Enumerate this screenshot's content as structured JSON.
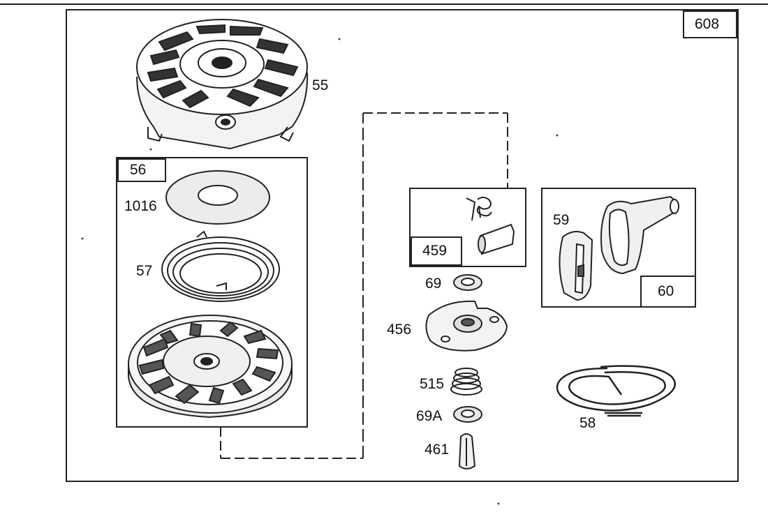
{
  "diagram": {
    "page_code": "608",
    "callouts": {
      "housing": "55",
      "starter_group": "56",
      "washer_large": "1016",
      "rewind_spring": "57",
      "pawl_group": "459",
      "handle_insert": "59",
      "handle": "60",
      "small_washer": "69",
      "retainer": "456",
      "retainer_spring": "515",
      "washer_69a": "69A",
      "pin": "461",
      "rope": "58"
    }
  }
}
